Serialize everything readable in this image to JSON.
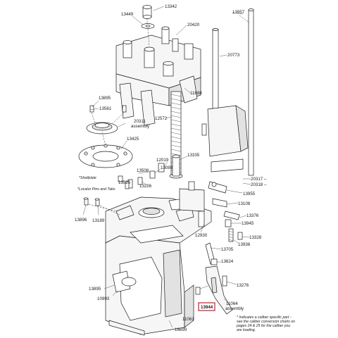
{
  "labels": {
    "p13342": "13342",
    "p13449": "13449",
    "p20420": "20420",
    "p13957": "13957",
    "p20773": "20773",
    "p11688": "11688",
    "p13895a": "13895",
    "p13561": "13561",
    "p20311": "20311",
    "p20311_sub": "assembly",
    "p12572": "12572",
    "p13425": "13425",
    "p13335": "13335",
    "p12019": "12019",
    "p13089": "13089",
    "p13508": "13508",
    "p13525": "13525",
    "p13226": "13226",
    "p20317": "20317 –",
    "p20318": "20318 –",
    "p13955": "13955",
    "p13108": "13108",
    "p13896": "13896",
    "p13189": "13189",
    "p13376": "13376",
    "p13945": "13945",
    "p12930": "12930",
    "p13328": "13328",
    "p13936": "13936",
    "p13705": "13705",
    "p13624": "13624",
    "p13276": "13276",
    "p13895b": "13895",
    "p10993": "10993",
    "p11064": "11064",
    "p11064_sub": "assembly",
    "p13944": "13944",
    "p11061": "11061",
    "p16699": "16699"
  },
  "captions": {
    "shellplate": "*Shellplate",
    "locator": "*Locator Pins and Tabs"
  },
  "footnote": {
    "line1": "* Indicates a caliber specific part -",
    "line2": "see the caliber conversion charts on",
    "line3": "pages 24 & 25 for the caliber you",
    "line4": "are loading."
  },
  "colors": {
    "highlight": "#d0021b",
    "line": "#1e1e1e"
  }
}
